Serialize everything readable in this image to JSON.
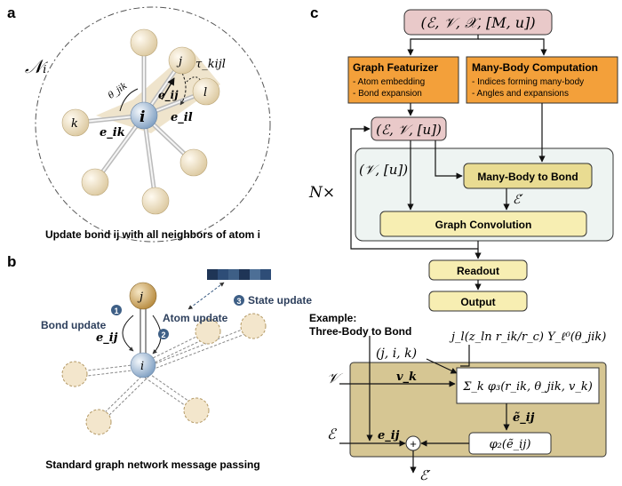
{
  "panels": {
    "a": {
      "letter": "a",
      "neighborhood": "𝒩ᵢ",
      "atom_i": "i",
      "atom_j": "j",
      "atom_k": "k",
      "atom_l": "l",
      "tau": "τ_kijl",
      "theta": "θ_jik",
      "e_ij": "e_ij",
      "e_ik": "e_ik",
      "e_il": "e_il",
      "caption": "Update bond ij with all neighbors of atom i"
    },
    "b": {
      "letter": "b",
      "atom_j": "j",
      "atom_i": "i",
      "e_ij": "e_ij",
      "step1": "1",
      "step2": "2",
      "step3": "3",
      "bond_update": "Bond update",
      "atom_update": "Atom update",
      "state_update": "State update",
      "caption": "Standard graph network message passing"
    },
    "c": {
      "letter": "c",
      "input": "(ℰ, 𝒱, 𝒳, [M, u])",
      "graph_featurizer": {
        "title": "Graph Featurizer",
        "items": [
          "- Atom embedding",
          "- Bond expansion"
        ]
      },
      "many_body_computation": {
        "title": "Many-Body Computation",
        "items": [
          "- Indices forming many-body",
          "- Angles and expansions"
        ]
      },
      "graph_tuple": "(ℰ, 𝒱, [u])",
      "repeat": "N×",
      "v_u": "(𝒱, [u])",
      "many_body_to_bond": "Many-Body to Bond",
      "e_prime": "ℰ′",
      "graph_convolution": "Graph Convolution",
      "readout": "Readout",
      "output": "Output",
      "example_line1": "Example:",
      "example_line2": "Three-Body to Bond",
      "basis": "j_l(z_ln r_ik/r_c) Y_ℓ⁰(θ_jik)",
      "triplet": "(j, i, k)",
      "v_in": "𝒱",
      "v_k": "v_k",
      "sum_expr": "Σ_k φ₃(r_ik, θ_jik, v_k)",
      "e_tilde": "ẽ_ij",
      "phi2": "φ₂(ẽ_ij)",
      "e_in": "ℰ",
      "e_ij": "e_ij",
      "plus": "+",
      "e_out": "ℰ′"
    }
  },
  "colors": {
    "pink": "#e9c9c9",
    "orange": "#f3a03a",
    "yellow": "#f7eeb2",
    "olive": "#d6c693",
    "light_teal": "#eef4f2",
    "atom": "#efe3c8",
    "atom_i": "#9db7d3",
    "atom_j": "#c9a35d"
  }
}
